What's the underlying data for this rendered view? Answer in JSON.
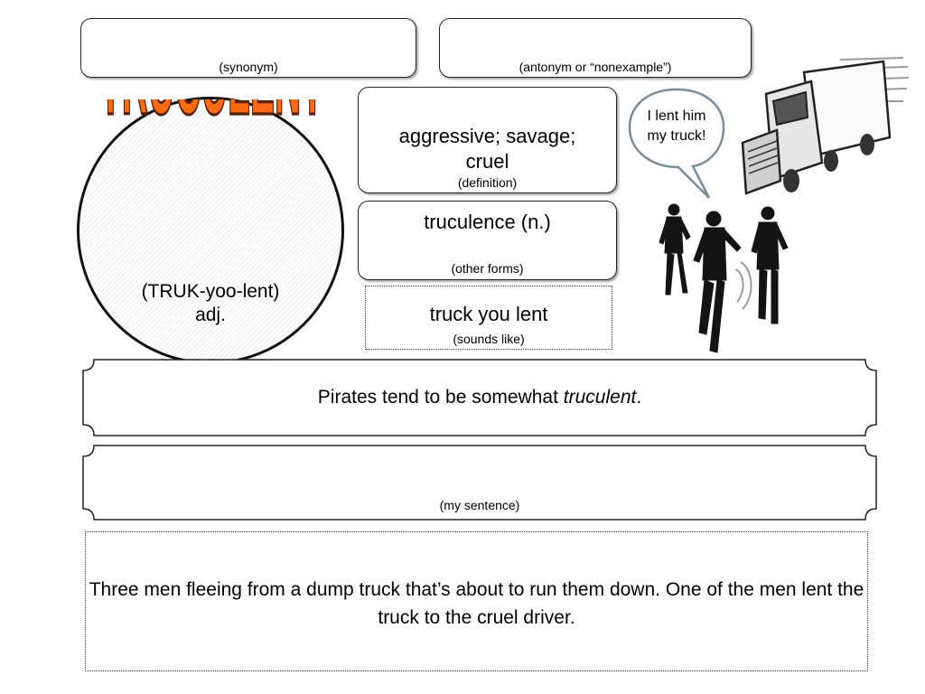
{
  "synonym": {
    "label": "(synonym)"
  },
  "antonym": {
    "label": "(antonym or “nonexample”)"
  },
  "word": {
    "title": "TRUCULENT",
    "pronunciation": "(TRUK-yoo-lent)",
    "part_of_speech": "adj.",
    "title_color": "#ff6a13"
  },
  "definition": {
    "text": "aggressive; savage; cruel",
    "label": "(definition)"
  },
  "other_forms": {
    "text": "truculence (n.)",
    "label": "(other forms)"
  },
  "sounds_like": {
    "text": "truck you lent",
    "label": "(sounds like)"
  },
  "bubble": {
    "line1": "I lent him",
    "line2": "my truck!"
  },
  "example_sentence": {
    "before": "Pirates tend to be somewhat ",
    "emphasis": "truculent",
    "after": "."
  },
  "my_sentence": {
    "label": "(my sentence)"
  },
  "description": {
    "text": "Three men fleeing from a dump truck that’s about to run them down. One of the men lent the truck to the cruel driver."
  }
}
